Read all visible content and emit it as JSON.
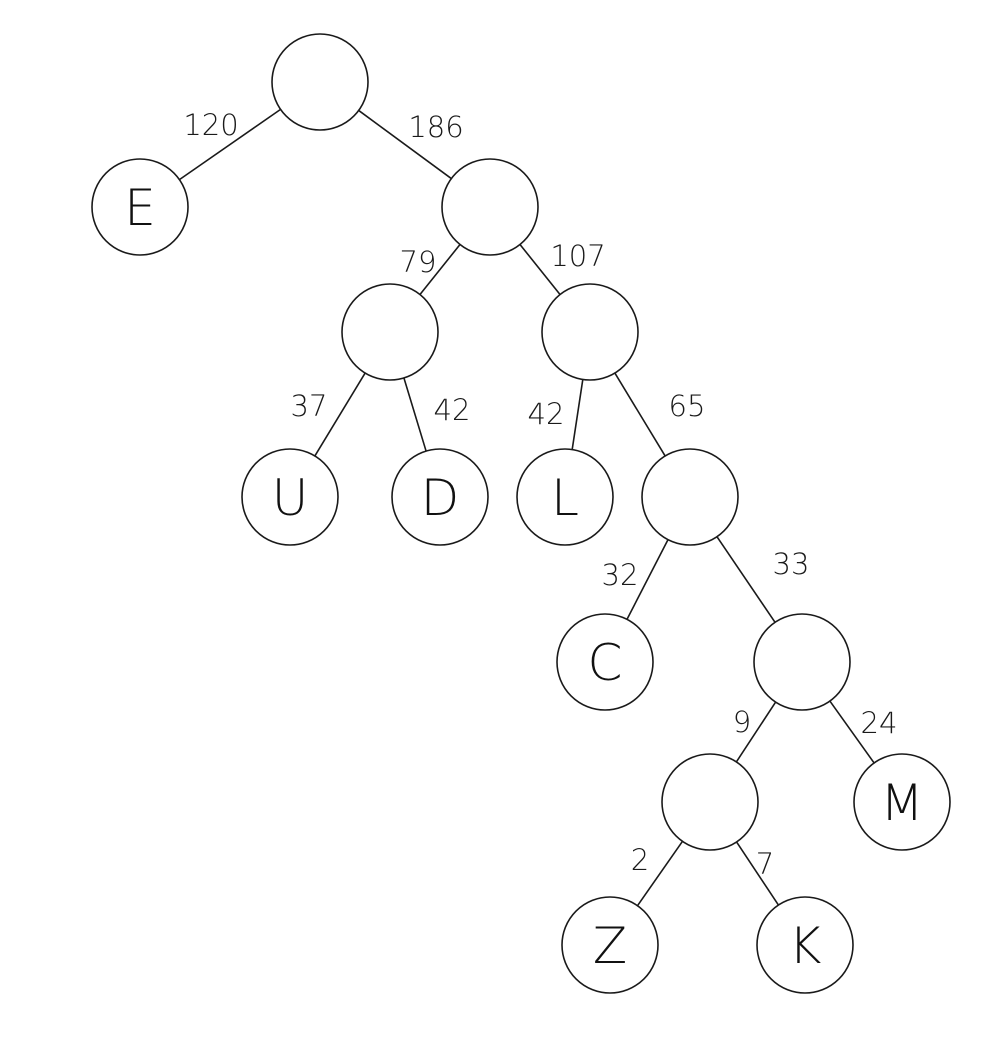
{
  "nodes": [
    {
      "id": "root",
      "label": ""
    },
    {
      "id": "e",
      "label": "E"
    },
    {
      "id": "n186",
      "label": ""
    },
    {
      "id": "n79",
      "label": ""
    },
    {
      "id": "n107",
      "label": ""
    },
    {
      "id": "u",
      "label": "U"
    },
    {
      "id": "d",
      "label": "D"
    },
    {
      "id": "l",
      "label": "L"
    },
    {
      "id": "n65",
      "label": ""
    },
    {
      "id": "c",
      "label": "C"
    },
    {
      "id": "n33",
      "label": ""
    },
    {
      "id": "n9",
      "label": ""
    },
    {
      "id": "m",
      "label": "M"
    },
    {
      "id": "z",
      "label": "Z"
    },
    {
      "id": "k",
      "label": "K"
    }
  ],
  "edges": [
    {
      "from": "root",
      "to": "e",
      "label": "120"
    },
    {
      "from": "root",
      "to": "n186",
      "label": "186"
    },
    {
      "from": "n186",
      "to": "n79",
      "label": "79"
    },
    {
      "from": "n186",
      "to": "n107",
      "label": "107"
    },
    {
      "from": "n79",
      "to": "u",
      "label": "37"
    },
    {
      "from": "n79",
      "to": "d",
      "label": "42"
    },
    {
      "from": "n107",
      "to": "l",
      "label": "42"
    },
    {
      "from": "n107",
      "to": "n65",
      "label": "65"
    },
    {
      "from": "n65",
      "to": "c",
      "label": "32"
    },
    {
      "from": "n65",
      "to": "n33",
      "label": "33"
    },
    {
      "from": "n33",
      "to": "n9",
      "label": "9"
    },
    {
      "from": "n33",
      "to": "m",
      "label": "24"
    },
    {
      "from": "n9",
      "to": "z",
      "label": "2"
    },
    {
      "from": "n9",
      "to": "k",
      "label": "7"
    }
  ]
}
